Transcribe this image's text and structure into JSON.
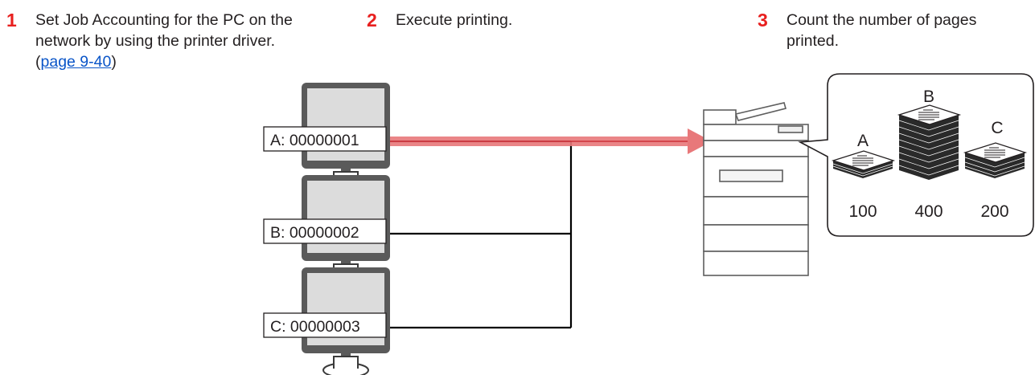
{
  "steps": [
    {
      "number": "1",
      "text_before": "Set Job Accounting for the PC on the network by using the printer driver. (",
      "link": "page 9-40",
      "text_after": ")"
    },
    {
      "number": "2",
      "text": "Execute printing."
    },
    {
      "number": "3",
      "text": "Count the number of pages printed."
    }
  ],
  "computers": [
    {
      "label": "A: 00000001"
    },
    {
      "label": "B: 00000002"
    },
    {
      "label": "C: 00000003"
    }
  ],
  "counts": [
    {
      "account": "A",
      "pages": "100"
    },
    {
      "account": "B",
      "pages": "400"
    },
    {
      "account": "C",
      "pages": "200"
    }
  ],
  "colors": {
    "step_number": "#e8201f",
    "link": "#0a55c8",
    "arrow": "#e8787a",
    "monitor": "#5a5a5a"
  }
}
